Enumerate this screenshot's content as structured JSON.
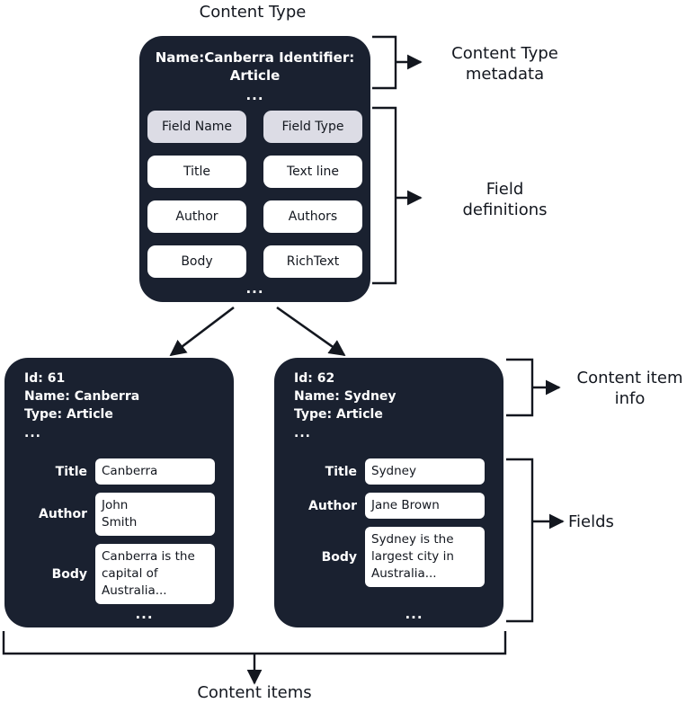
{
  "title": "Content Type",
  "colors": {
    "card_bg": "#1a2130",
    "header_cell_bg": "#dcdce5",
    "cell_bg": "#ffffff",
    "ink": "#13171f",
    "page_bg": "#ffffff"
  },
  "content_type": {
    "meta_lines": "Name:Canberra\nIdentifier: Article",
    "meta_ellipsis": "...",
    "bottom_ellipsis": "...",
    "field_table": {
      "headers": [
        "Field Name",
        "Field Type"
      ],
      "rows": [
        [
          "Title",
          "Text line"
        ],
        [
          "Author",
          "Authors"
        ],
        [
          "Body",
          "RichText"
        ]
      ]
    }
  },
  "annotations": {
    "content_type_metadata": "Content Type\nmetadata",
    "field_definitions": "Field\ndefinitions",
    "content_item_info": "Content item\ninfo",
    "fields": "Fields",
    "content_items": "Content items"
  },
  "items": [
    {
      "info": "Id: 61\nName: Canberra\nType: Article",
      "info_ellipsis": "...",
      "bottom_ellipsis": "...",
      "fields": [
        {
          "label": "Title",
          "value": "Canberra"
        },
        {
          "label": "Author",
          "value": "John\nSmith"
        },
        {
          "label": "Body",
          "value": "Canberra is the\ncapital of\nAustralia..."
        }
      ]
    },
    {
      "info": "Id: 62\nName: Sydney\nType: Article",
      "info_ellipsis": "...",
      "bottom_ellipsis": "...",
      "fields": [
        {
          "label": "Title",
          "value": "Sydney"
        },
        {
          "label": "Author",
          "value": "Jane Brown"
        },
        {
          "label": "Body",
          "value": "Sydney is the\nlargest city in\nAustralia..."
        }
      ]
    }
  ]
}
